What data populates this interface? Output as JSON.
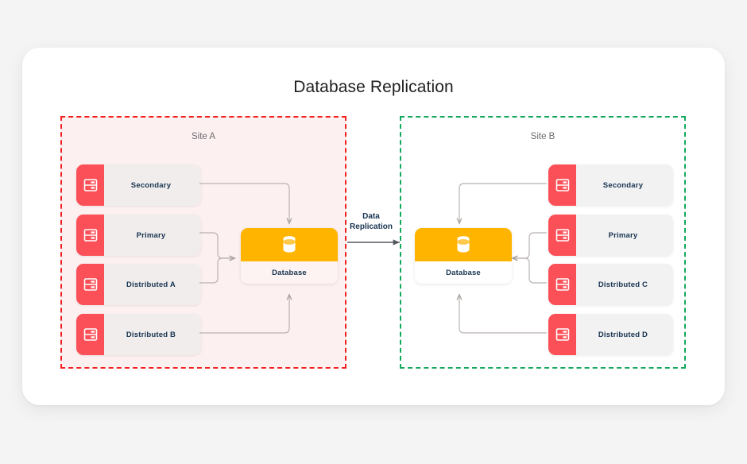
{
  "title": "Database Replication",
  "colors": {
    "page_bg": "#f4f4f5",
    "card_bg": "#ffffff",
    "site_a_border": "#f32020",
    "site_a_fill": "#fdf0f0",
    "site_b_border": "#14a85f",
    "site_b_fill": "#ffffff",
    "server_accent": "#fb5058",
    "database_accent": "#ffb400",
    "node_fill": "#f1edec",
    "label_text": "#173451",
    "connector": "#b0aaa8"
  },
  "sites": [
    {
      "id": "site-a",
      "label": "Site A",
      "border_style": "dashed",
      "nodes": [
        {
          "id": "secondary-a",
          "label": "Secondary",
          "icon": "server-icon"
        },
        {
          "id": "primary-a",
          "label": "Primary",
          "icon": "server-icon"
        },
        {
          "id": "distributed-a",
          "label": "Distributed A",
          "icon": "server-icon"
        },
        {
          "id": "distributed-b",
          "label": "Distributed B",
          "icon": "server-icon"
        }
      ],
      "database": {
        "id": "database-a",
        "label": "Database",
        "icon": "database-cylinder-icon"
      }
    },
    {
      "id": "site-b",
      "label": "Site B",
      "border_style": "dashed",
      "nodes": [
        {
          "id": "secondary-b",
          "label": "Secondary",
          "icon": "server-icon"
        },
        {
          "id": "primary-b",
          "label": "Primary",
          "icon": "server-icon"
        },
        {
          "id": "distributed-c",
          "label": "Distributed C",
          "icon": "server-icon"
        },
        {
          "id": "distributed-d",
          "label": "Distributed D",
          "icon": "server-icon"
        }
      ],
      "database": {
        "id": "database-b",
        "label": "Database",
        "icon": "database-cylinder-icon"
      }
    }
  ],
  "replication": {
    "label_line1": "Data",
    "label_line2": "Replication",
    "direction": "left-to-right"
  }
}
